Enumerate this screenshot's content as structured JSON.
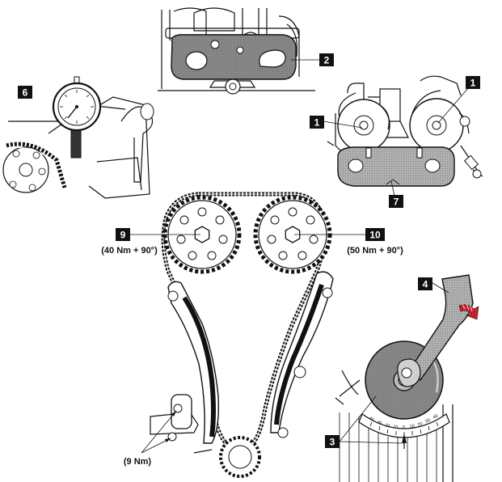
{
  "callouts": {
    "c1a": "1",
    "c1b": "1",
    "c2": "2",
    "c3": "3",
    "c4": "4",
    "c6": "6",
    "c7": "7",
    "c9": "9",
    "c10": "10"
  },
  "torque": {
    "t9": "(40 Nm + 90°)",
    "t10": "(50 Nm + 90°)",
    "tensioner": "(9 Nm)"
  },
  "protractor_ticks": [
    "40",
    "30",
    "20",
    "10",
    "0",
    "10",
    "20",
    "30",
    "40"
  ],
  "colors": {
    "ink": "#111111",
    "plate_fill": "#7a7a7a",
    "disc_fill": "#8c8c8c",
    "rotation_arrow": "#c8202a",
    "callout_bg": "#111111"
  }
}
